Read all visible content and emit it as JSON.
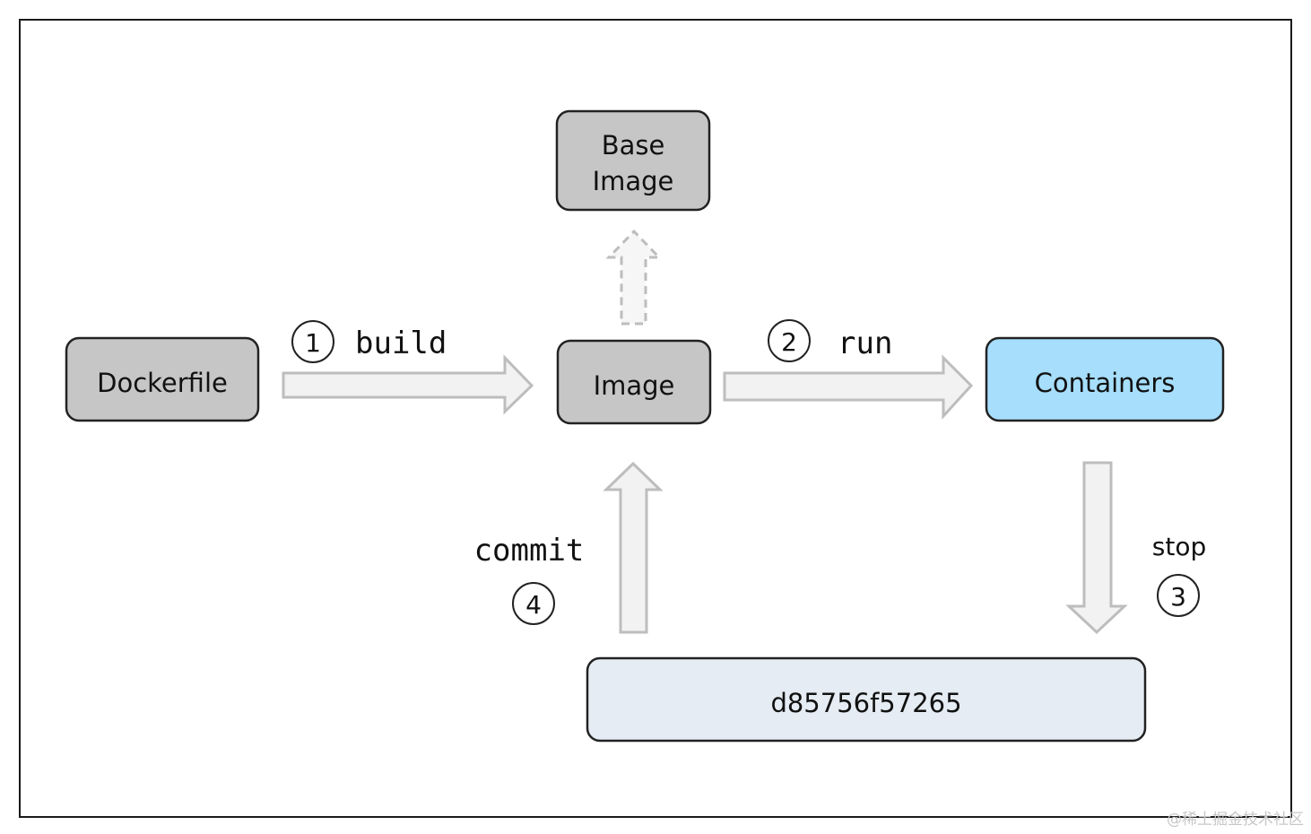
{
  "nodes": {
    "base_image": {
      "line1": "Base",
      "line2": "Image"
    },
    "dockerfile": {
      "label": "Dockerfile"
    },
    "image": {
      "label": "Image"
    },
    "containers": {
      "label": "Containers"
    },
    "container_id": {
      "label": "d85756f57265"
    }
  },
  "steps": {
    "build": {
      "number": "1",
      "label": "build"
    },
    "run": {
      "number": "2",
      "label": "run"
    },
    "stop": {
      "number": "3",
      "label": "stop"
    },
    "commit": {
      "number": "4",
      "label": "commit"
    }
  },
  "watermark": "@稀土掘金技术社区",
  "colors": {
    "gray_box": "#c6c6c6",
    "containers_box": "#a6defc",
    "id_box": "#e5ecf3",
    "arrow_fill": "#f2f2f2",
    "arrow_stroke": "#bdbdbd"
  }
}
